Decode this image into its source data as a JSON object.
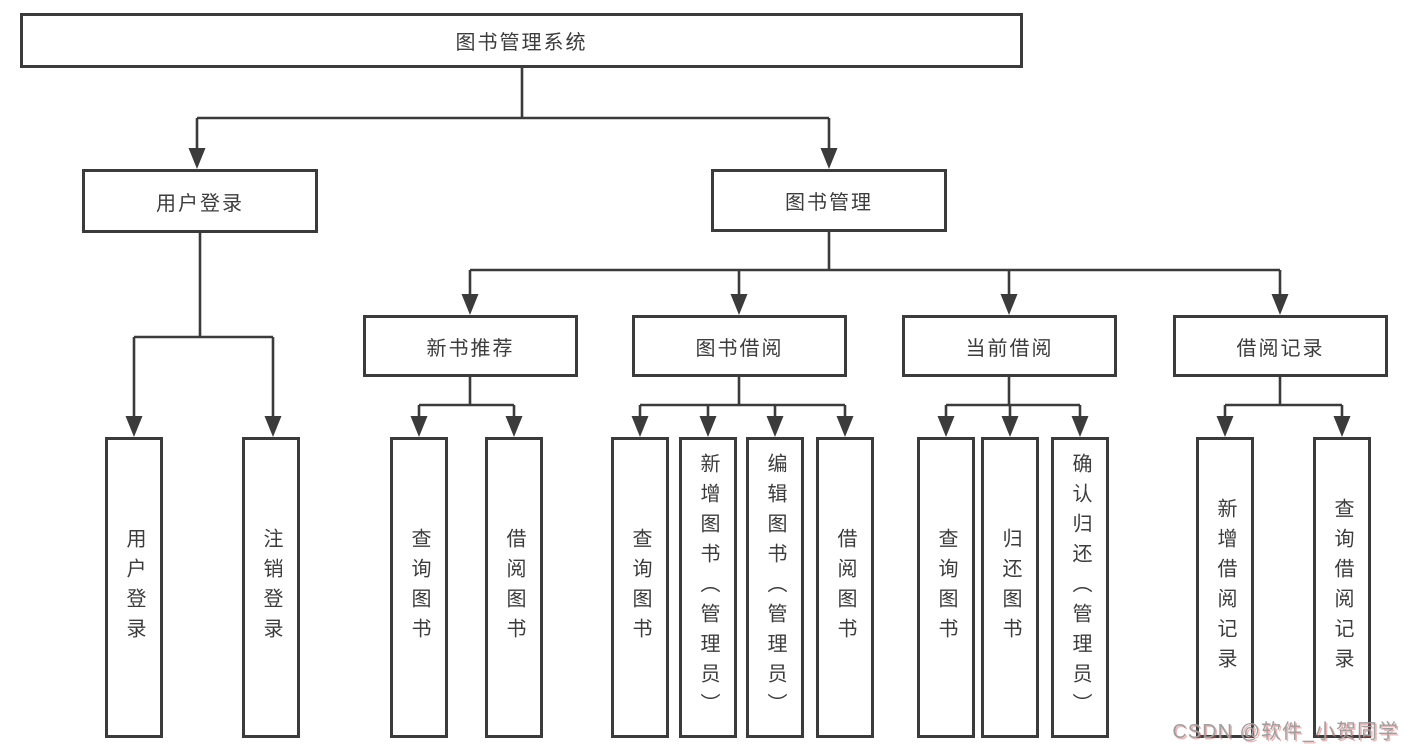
{
  "diagram": {
    "title": "图书管理系统",
    "root": {
      "label": "图书管理系统"
    },
    "branches": [
      {
        "label": "用户登录",
        "children": [
          {
            "label": "用户登录"
          },
          {
            "label": "注销登录"
          }
        ]
      },
      {
        "label": "图书管理",
        "children": [
          {
            "label": "新书推荐",
            "children": [
              {
                "label": "查询图书"
              },
              {
                "label": "借阅图书"
              }
            ]
          },
          {
            "label": "图书借阅",
            "children": [
              {
                "label": "查询图书"
              },
              {
                "label": "新增图书（管理员）"
              },
              {
                "label": "编辑图书（管理员）"
              },
              {
                "label": "借阅图书"
              }
            ]
          },
          {
            "label": "当前借阅",
            "children": [
              {
                "label": "查询图书"
              },
              {
                "label": "归还图书"
              },
              {
                "label": "确认归还（管理员）"
              }
            ]
          },
          {
            "label": "借阅记录",
            "children": [
              {
                "label": "新增借阅记录"
              },
              {
                "label": "查询借阅记录"
              }
            ]
          }
        ]
      }
    ]
  },
  "watermark": {
    "text": "CSDN @软件_小贺同学"
  },
  "colors": {
    "line": "#3b3b3b",
    "box_border": "#3b3b3b",
    "box_fill": "#ffffff",
    "text": "#3c3c3c",
    "watermark_gray": "#9f9f9f",
    "watermark_red": "#d86262"
  }
}
